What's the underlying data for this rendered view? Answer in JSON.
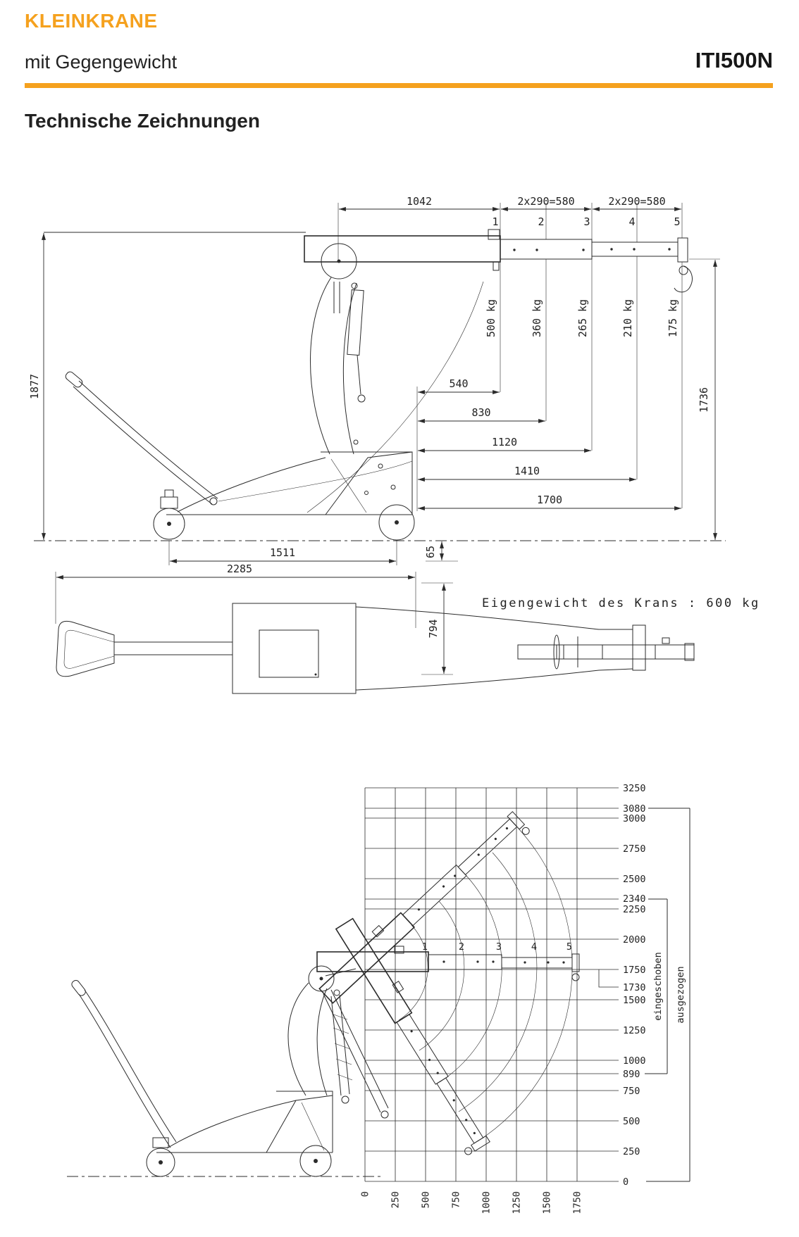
{
  "accent_color": "#F5A11E",
  "header": {
    "category": "KLEINKRANE",
    "subtitle": "mit Gegengewicht",
    "model": "ITI500N"
  },
  "section_title": "Technische Zeichnungen",
  "side_view": {
    "span_dims": [
      "1042",
      "2x290=580",
      "2x290=580"
    ],
    "positions": [
      "1",
      "2",
      "3",
      "4",
      "5"
    ],
    "capacities": [
      "500 kg",
      "360 kg",
      "265 kg",
      "210 kg",
      "175 kg"
    ],
    "reach_dims": [
      "540",
      "830",
      "1120",
      "1410",
      "1700"
    ],
    "height": "1877",
    "hook_height": "1736",
    "wheelbase": "1511",
    "ground_clearance": "65"
  },
  "top_view": {
    "length": "2285",
    "width": "794",
    "weight_note": "Eigengewicht des Krans : 600 kg"
  },
  "reach_chart": {
    "y_ticks": [
      "3250",
      "3080",
      "3000",
      "2750",
      "2500",
      "2340",
      "2250",
      "2000",
      "1750",
      "1730",
      "1500",
      "1250",
      "1000",
      "890",
      "750",
      "500",
      "250",
      "0"
    ],
    "x_ticks": [
      "0",
      "250",
      "500",
      "750",
      "1000",
      "1250",
      "1500",
      "1750"
    ],
    "positions": [
      "1",
      "2",
      "3",
      "4",
      "5"
    ],
    "retracted_label": "eingeschoben",
    "extended_label": "ausgezogen"
  },
  "chart_data": {
    "type": "line",
    "x_axis": {
      "ticks_mm": [
        0,
        250,
        500,
        750,
        1000,
        1250,
        1500,
        1750
      ]
    },
    "y_axis": {
      "ticks_mm": [
        0,
        250,
        500,
        750,
        1000,
        1250,
        1500,
        1750,
        2000,
        2250,
        2500,
        2750,
        3000,
        3250
      ],
      "special_marks_mm": [
        3080,
        2340,
        1730,
        890
      ]
    },
    "boom_extension_positions": [
      1,
      2,
      3,
      4,
      5
    ],
    "boom_reach_mm": [
      540,
      830,
      1120,
      1410,
      1700
    ],
    "capacities_kg": [
      500,
      360,
      265,
      210,
      175
    ],
    "series": [
      {
        "name": "eingeschoben",
        "max_hook_height_mm": 2340,
        "min_hook_height_mm": 890
      },
      {
        "name": "ausgezogen",
        "max_hook_height_mm": 3080,
        "min_hook_height_mm": 0
      }
    ],
    "horizontal_boom_height_mm": 1730,
    "crane_weight_kg": 600
  }
}
